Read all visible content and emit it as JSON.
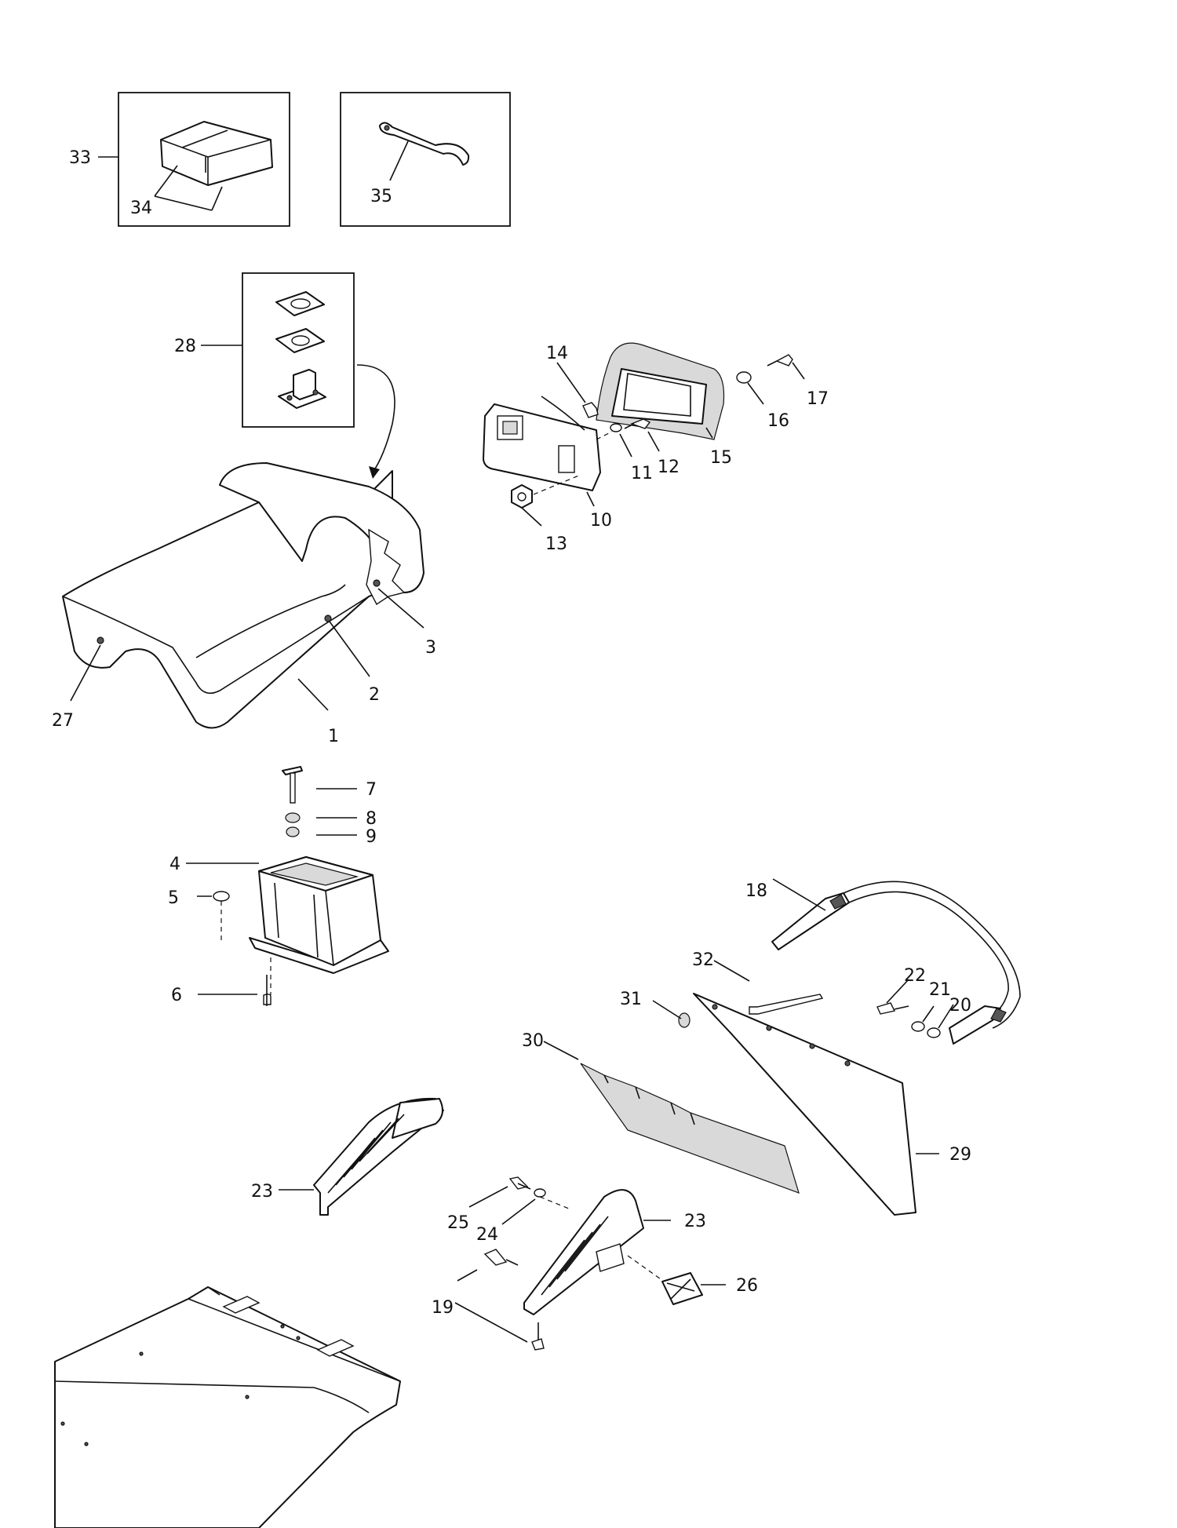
{
  "labels": {
    "l1": "1",
    "l2": "2",
    "l3": "3",
    "l4": "4",
    "l5": "5",
    "l6": "6",
    "l7": "7",
    "l8": "8",
    "l9": "9",
    "l10": "10",
    "l11": "11",
    "l12": "12",
    "l13": "13",
    "l14": "14",
    "l15": "15",
    "l16": "16",
    "l17": "17",
    "l18": "18",
    "l19": "19",
    "l20": "20",
    "l21": "21",
    "l22": "22",
    "l23a": "23",
    "l23b": "23",
    "l24": "24",
    "l25": "25",
    "l26": "26",
    "l27": "27",
    "l28": "28",
    "l29": "29",
    "l30": "30",
    "l31": "31",
    "l32": "32",
    "l33": "33",
    "l34": "34",
    "l35": "35"
  }
}
